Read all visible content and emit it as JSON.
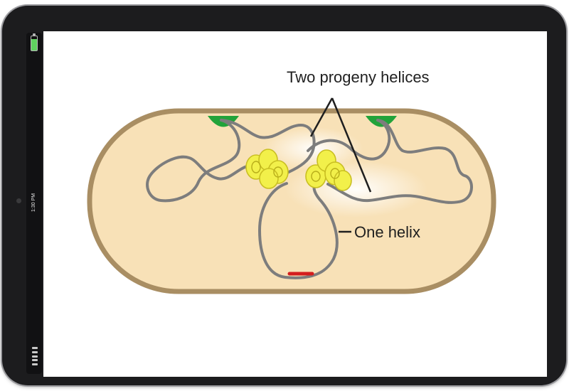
{
  "device": {
    "status_time": "1:30 PM",
    "icons": [
      "battery-icon",
      "camera-icon",
      "signal-icon"
    ]
  },
  "diagram": {
    "labels": {
      "two_progeny_helices": "Two progeny helices",
      "one_helix": "One helix"
    },
    "colors": {
      "cell_fill": "#f8e1b7",
      "cell_border": "#a98e63",
      "dna_strand": "#7d7d7d",
      "replication_enzymes": "#f2f04a",
      "membrane_anchors": "#22a33a",
      "termination_site": "#d41e1e"
    }
  }
}
